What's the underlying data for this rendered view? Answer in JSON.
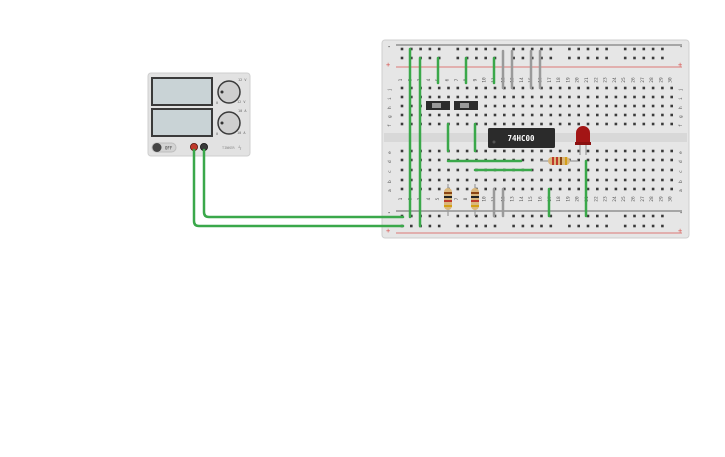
{
  "power_supply": {
    "voltage_label": "12 V",
    "current_label": "10 A",
    "knob1_min": "0",
    "knob1_max": "12 V",
    "knob2_min": "0",
    "knob2_max": "10 A",
    "switch_label": "OFF",
    "terminal_neg": "-",
    "terminal_pos": "+",
    "brand": "TINKER",
    "power_icon": "lightning-icon"
  },
  "breadboard": {
    "rail_minus": "-",
    "rail_plus": "+",
    "rows_top": [
      "j",
      "i",
      "h",
      "g",
      "f"
    ],
    "rows_bottom": [
      "e",
      "d",
      "c",
      "b",
      "a"
    ],
    "columns": [
      "1",
      "2",
      "3",
      "4",
      "5",
      "6",
      "7",
      "8",
      "9",
      "10",
      "11",
      "12",
      "13",
      "14",
      "15",
      "16",
      "17",
      "18",
      "19",
      "20",
      "21",
      "22",
      "23",
      "24",
      "25",
      "26",
      "27",
      "28",
      "29",
      "30"
    ]
  },
  "chip": {
    "label": "74HC00"
  },
  "colors": {
    "wire": "#3aa84a",
    "rail_red": "#d9534f",
    "rail_dark": "#3b3b3b",
    "led": "#a31515",
    "board": "#e6e6e6"
  }
}
